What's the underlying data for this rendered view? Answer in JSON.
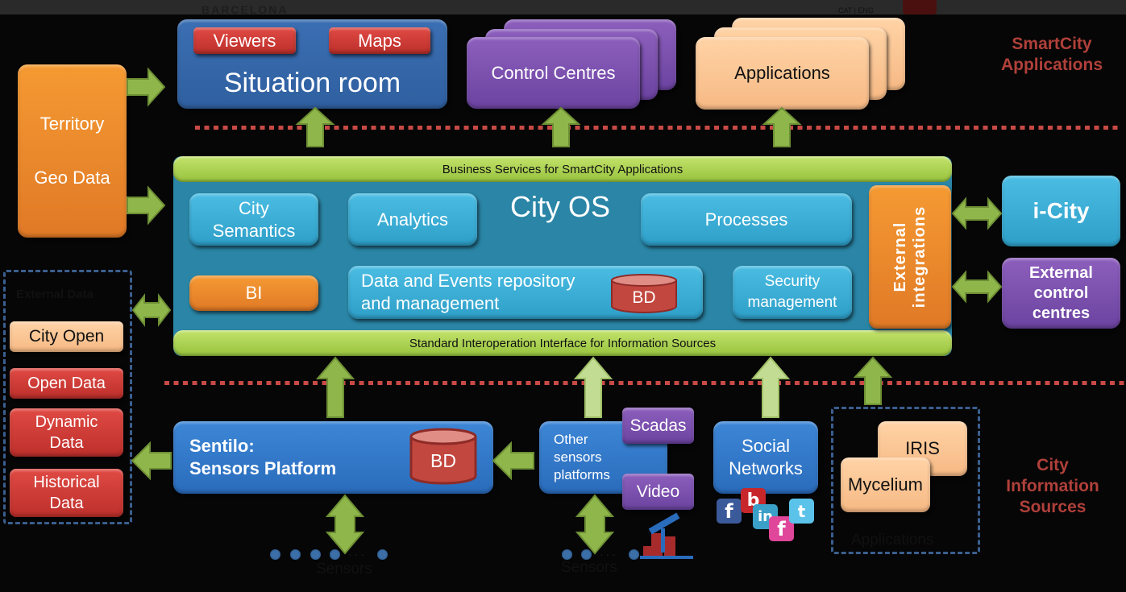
{
  "header": {
    "brand": "BARCELONA",
    "languages": "CAT | ENG"
  },
  "section_labels": {
    "smartcity_applications": [
      "SmartCity",
      "Applications"
    ],
    "city_information_sources": [
      "City",
      "Information",
      "Sources"
    ]
  },
  "top": {
    "situation_room": {
      "title": "Situation room",
      "viewers": "Viewers",
      "maps": "Maps"
    },
    "control_centres": "Control Centres",
    "applications": "Applications"
  },
  "territory": {
    "line1": "Territory",
    "line2": "Geo Data"
  },
  "city_os": {
    "title": "City OS",
    "business_services": "Business Services for SmartCity Applications",
    "standard_interface": "Standard Interoperation Interface for Information Sources",
    "city_semantics": [
      "City",
      "Semantics"
    ],
    "analytics": "Analytics",
    "processes": "Processes",
    "bi": "BI",
    "data_events": [
      "Data and Events repository",
      "and management"
    ],
    "bd": "BD",
    "security": [
      "Security",
      "management"
    ],
    "external_integrations": [
      "External",
      "integrations"
    ]
  },
  "right": {
    "i_city": "i-City",
    "external_control": [
      "External",
      "control",
      "centres"
    ]
  },
  "external_data": {
    "title": "External Data",
    "city_open": "City Open",
    "open_data": "Open Data",
    "dynamic_data": [
      "Dynamic",
      "Data"
    ],
    "historical_data": [
      "Historical",
      "Data"
    ]
  },
  "bottom": {
    "sentilo": [
      "Sentilo:",
      "Sensors Platform"
    ],
    "sentilo_bd": "BD",
    "other_sensors": [
      "Other",
      "sensors",
      "platforms"
    ],
    "scadas": "Scadas",
    "video": "Video",
    "social": [
      "Social",
      "Networks"
    ],
    "iris": "IRIS",
    "mycelium": "Mycelium",
    "applications_label": "Applications",
    "sensors_label": "Sensors",
    "sensors_label_2": "Sensors",
    "social_icons": [
      "f",
      "b",
      "in",
      "f",
      "t"
    ]
  },
  "colors": {
    "arrow": "#8fb64a",
    "arrow_light": "#c3dc93",
    "divider": "#c94a45",
    "section_label": "#b0403a"
  }
}
